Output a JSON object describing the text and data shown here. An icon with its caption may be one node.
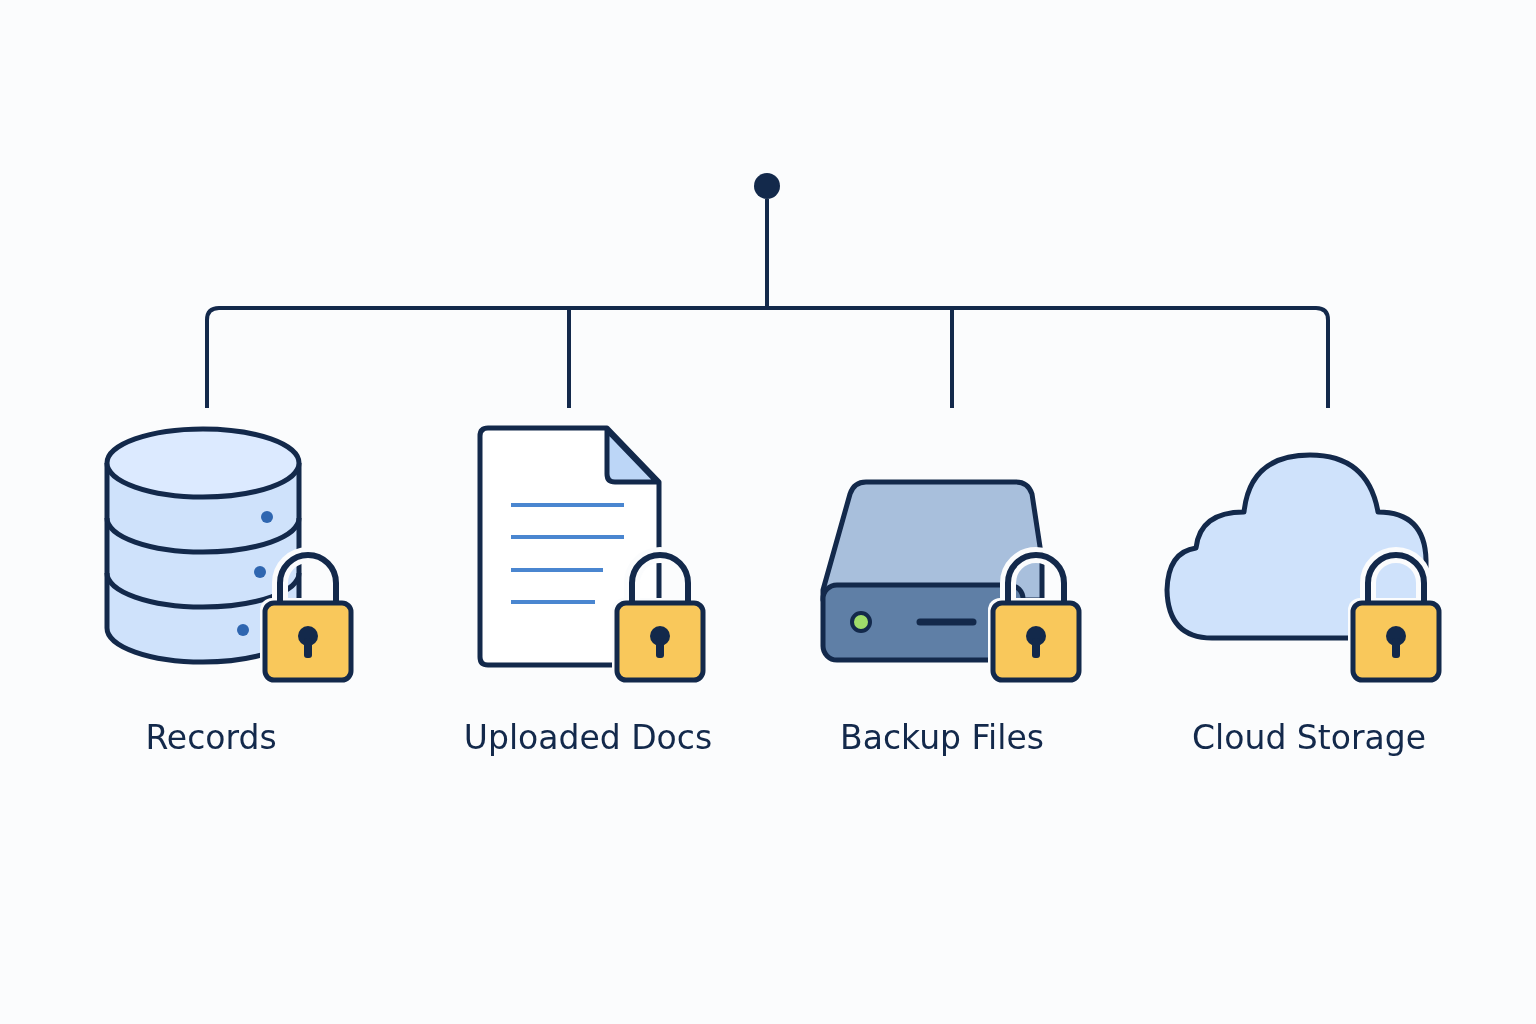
{
  "diagram": {
    "nodes": [
      {
        "text": [],
        "shape": "circle"
      },
      {
        "text": [
          "Records"
        ]
      },
      {
        "text": [
          "Uploaded Docs"
        ]
      },
      {
        "text": [
          "Backup Files"
        ]
      },
      {
        "text": [
          "Cloud Storage"
        ]
      }
    ],
    "edges": [
      {
        "from": 0,
        "to": 1,
        "arrow": "none"
      },
      {
        "from": 0,
        "to": 2,
        "arrow": "none"
      },
      {
        "from": 0,
        "to": 3,
        "arrow": "none"
      },
      {
        "from": 0,
        "to": 4,
        "arrow": "none"
      }
    ]
  }
}
